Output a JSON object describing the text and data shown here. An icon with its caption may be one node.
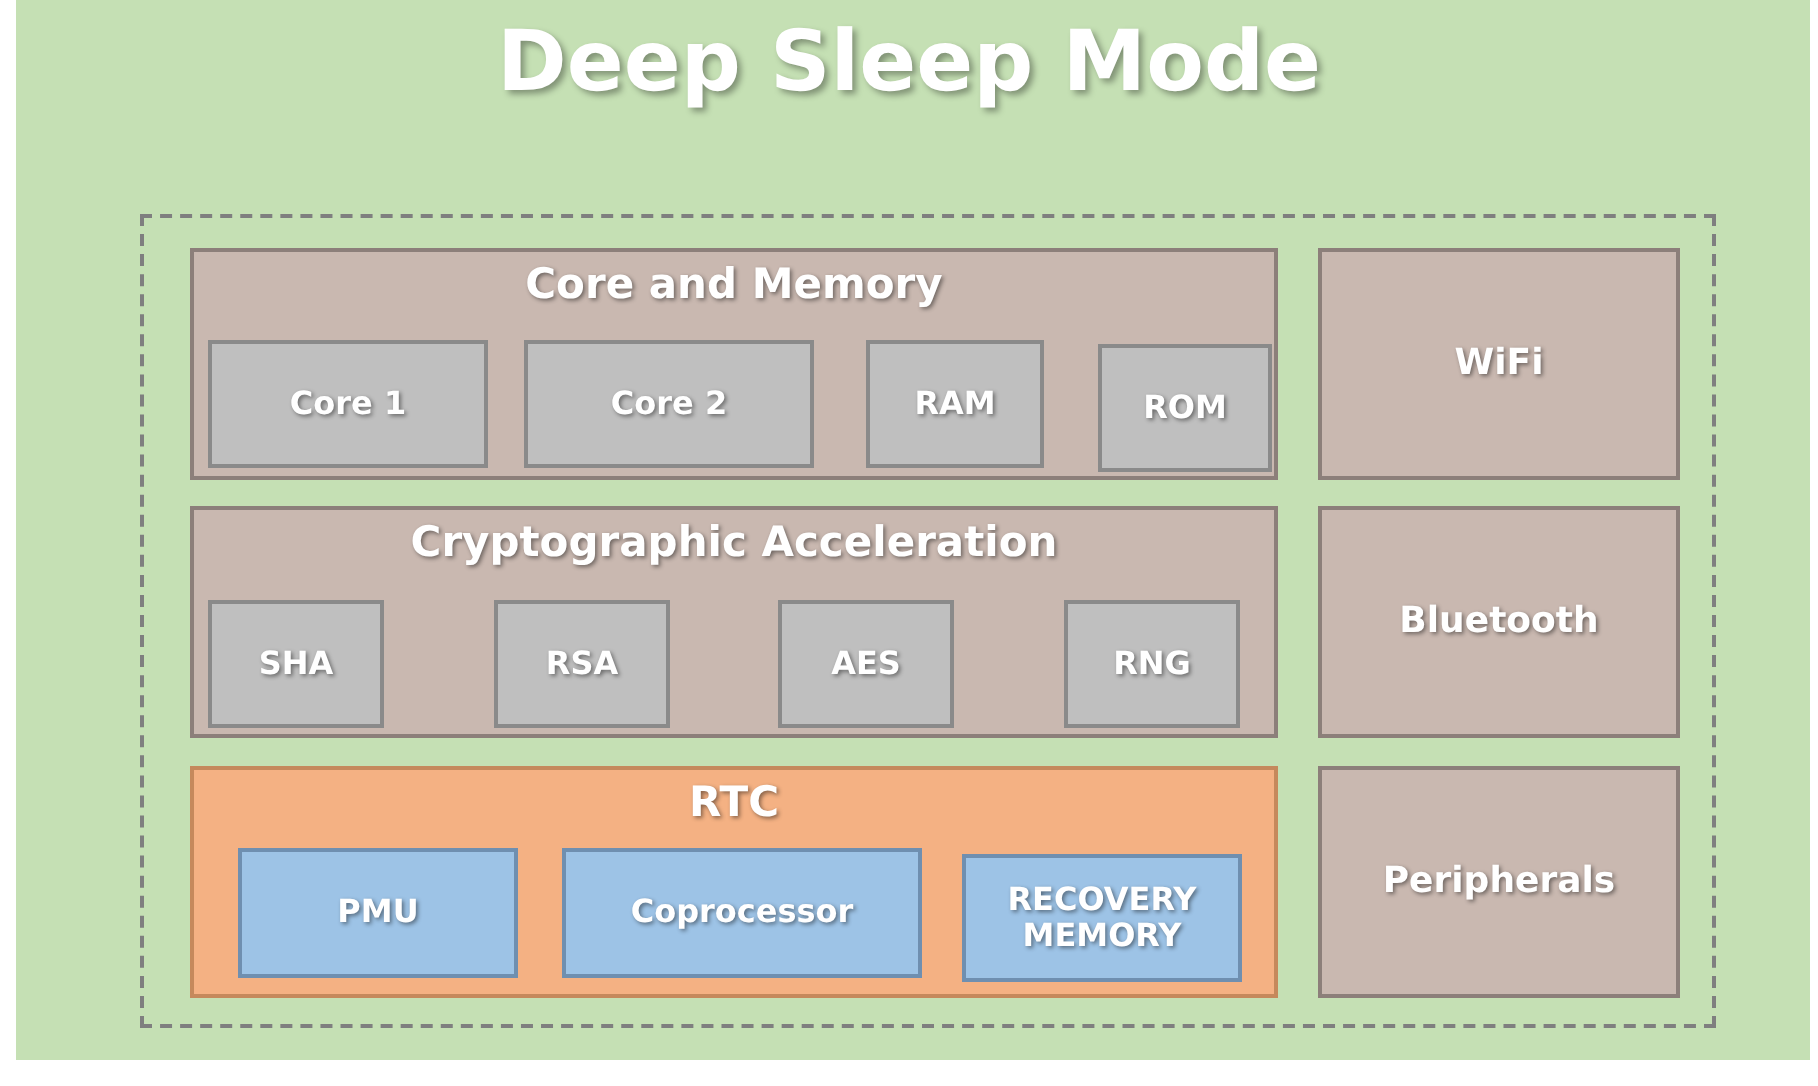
{
  "diagram": {
    "title": "Deep Sleep Mode",
    "nodes": [
      {
        "text": [],
        "shape": "box"
      },
      {
        "text": [
          "Core and Memory"
        ],
        "in": 0
      },
      {
        "text": [
          "Core 1"
        ],
        "in": 1
      },
      {
        "text": [
          "Core 2"
        ],
        "in": 1
      },
      {
        "text": [
          "RAM"
        ],
        "in": 1
      },
      {
        "text": [
          "ROM"
        ],
        "in": 1
      },
      {
        "text": [
          "WiFi"
        ],
        "in": 0
      },
      {
        "text": [
          "Cryptographic Acceleration"
        ],
        "in": 0
      },
      {
        "text": [
          "SHA"
        ],
        "in": 7
      },
      {
        "text": [
          "RSA"
        ],
        "in": 7
      },
      {
        "text": [
          "AES"
        ],
        "in": 7
      },
      {
        "text": [
          "RNG"
        ],
        "in": 7
      },
      {
        "text": [
          "Bluetooth"
        ],
        "in": 0
      },
      {
        "text": [
          "RTC"
        ],
        "in": 0
      },
      {
        "text": [
          "PMU"
        ],
        "in": 13
      },
      {
        "text": [
          "Coprocessor"
        ],
        "in": 13
      },
      {
        "text": [
          "RECOVERY MEMORY"
        ],
        "in": 13
      },
      {
        "text": [
          "Peripherals"
        ],
        "in": 0
      }
    ]
  }
}
